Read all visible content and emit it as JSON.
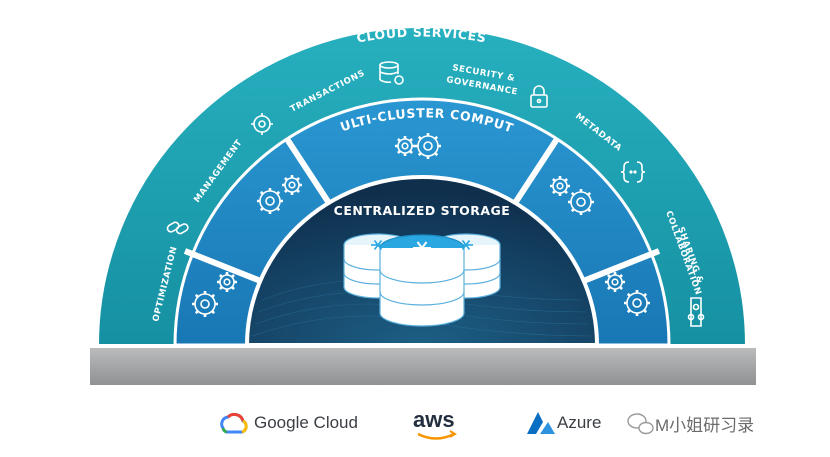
{
  "diagram": {
    "outer_ring_title": "CLOUD SERVICES",
    "middle_ring_title": "MULTI-CLUSTER COMPUTE",
    "center_title": "CENTRALIZED STORAGE",
    "services": [
      {
        "label": "OPTIMIZATION",
        "icon": "pills-icon"
      },
      {
        "label": "MANAGEMENT",
        "icon": "gear-wrench-icon"
      },
      {
        "label": "TRANSACTIONS",
        "icon": "database-gear-icon"
      },
      {
        "label_line1": "SECURITY &",
        "label_line2": "GOVERNANCE",
        "icon": "lock-icon"
      },
      {
        "label": "METADATA",
        "icon": "braces-icon"
      },
      {
        "label_line1": "SHARING &",
        "label_line2": "COLLABORATION",
        "icon": "share-icon"
      }
    ],
    "compute_segments": 5,
    "colors": {
      "outer_ring": "#1aa3b4",
      "middle_ring": "#1e88c7",
      "center": "#123a5c",
      "base_bar": "#a7a9ab"
    }
  },
  "providers": [
    {
      "name": "Google Cloud",
      "icon": "google-cloud-icon"
    },
    {
      "name": "aws",
      "icon": "aws-smile-icon"
    },
    {
      "name": "Azure",
      "icon": "azure-icon"
    }
  ],
  "watermark": {
    "text": "M小姐研习录",
    "icon": "wechat-icon"
  }
}
